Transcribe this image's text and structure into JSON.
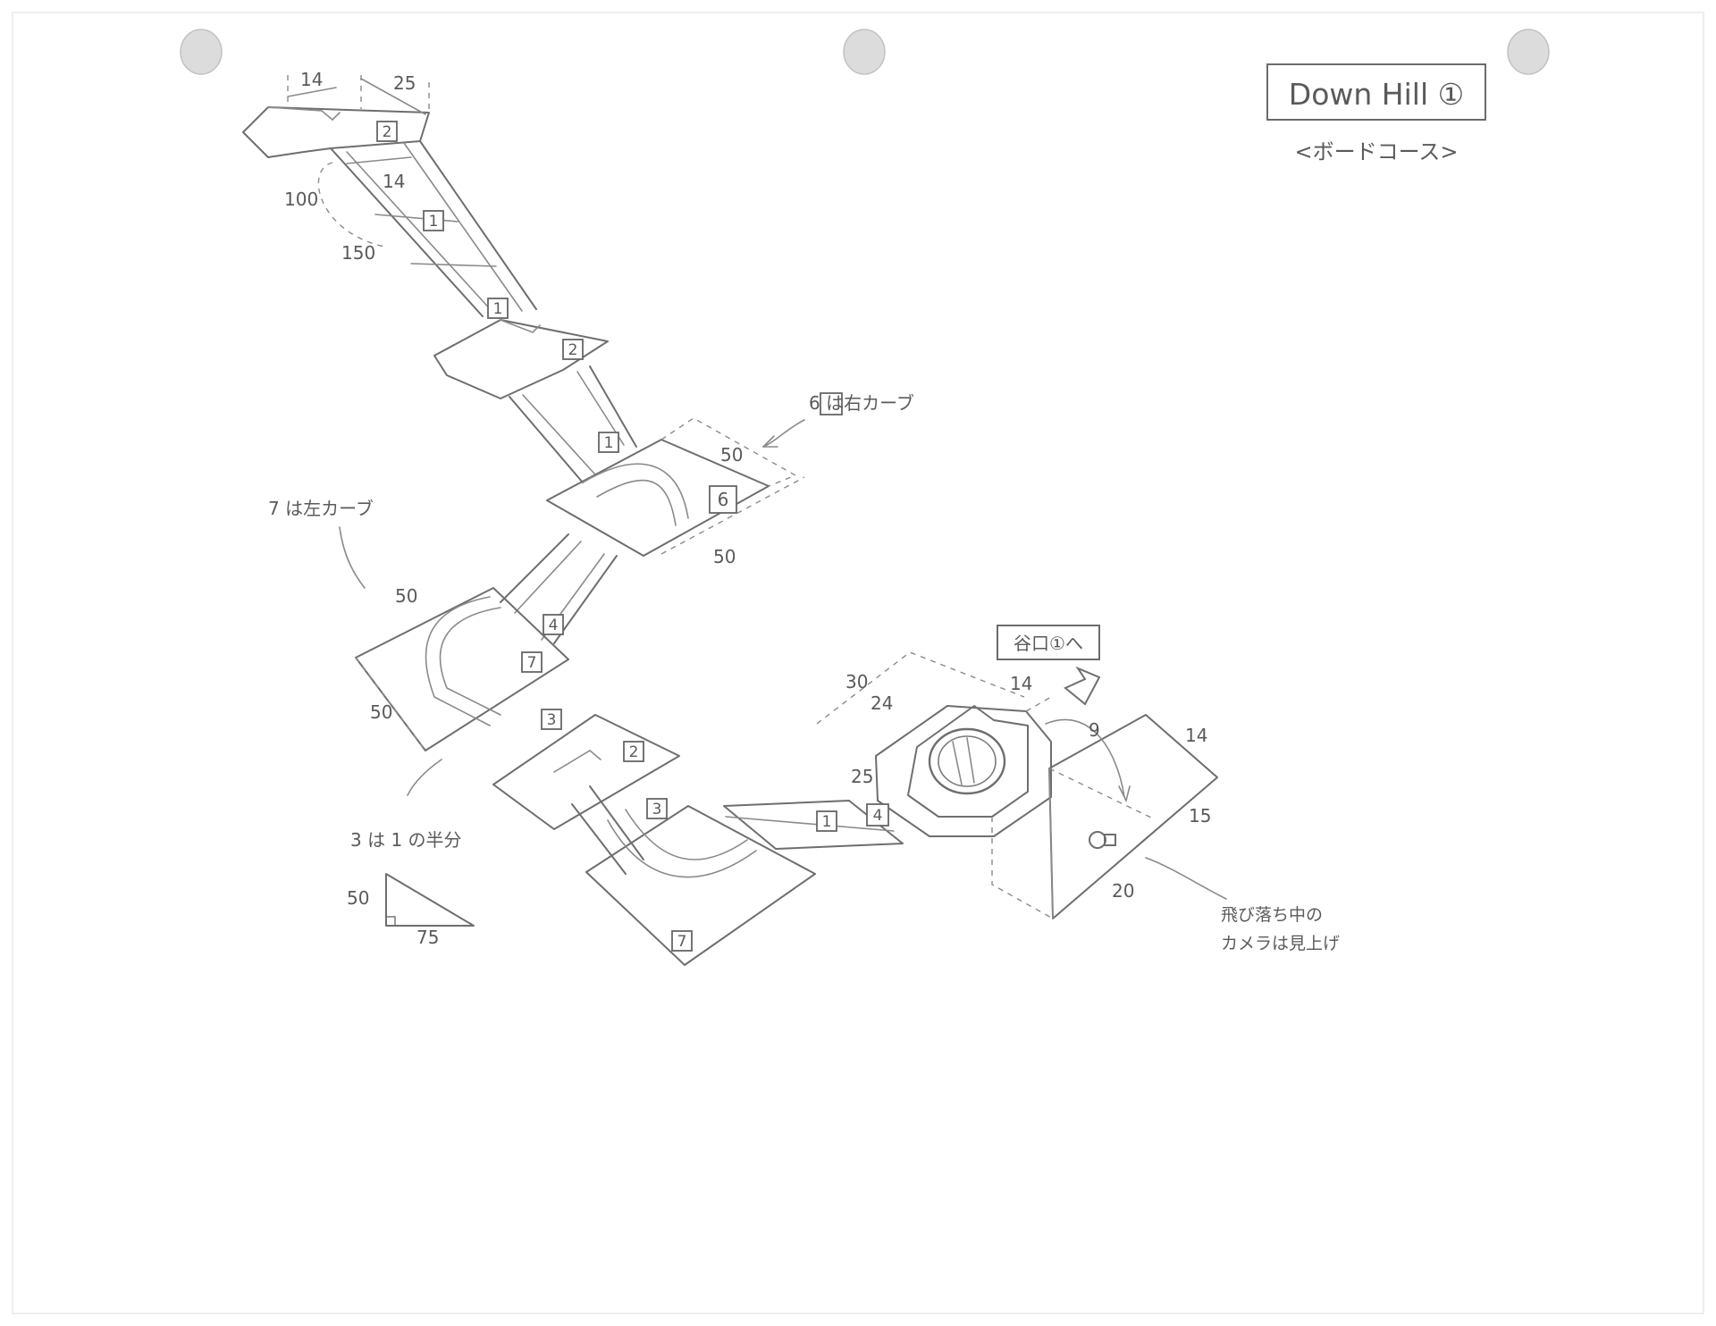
{
  "title": "Down Hill ①",
  "subtitle": "<ボードコース>",
  "notes": {
    "curve_right": "6 は右カーブ",
    "curve_left": "7 は左カーブ",
    "half": "3 は 1 の半分",
    "entrance": "谷口①へ",
    "camera": [
      "飛び落ち中の",
      "カメラは見上げ"
    ]
  },
  "dimensions": {
    "top_w14": "14",
    "top_w25": "25",
    "d14": "14",
    "d100": "100",
    "d150": "150",
    "c6_a": "50",
    "c6_b": "50",
    "c7_a": "50",
    "c7_b": "50",
    "tri_h": "50",
    "tri_w": "75",
    "plat_30": "30",
    "plat_24": "24",
    "plat_14": "14",
    "plat_25": "25",
    "jump_9": "9",
    "jump_14": "14",
    "jump_15": "15",
    "jump_20": "20"
  },
  "segment_labels": {
    "s_top2": "2",
    "s_a1": "1",
    "s_b1": "1",
    "s_c2": "2",
    "s_d1": "1",
    "s_e6": "6",
    "s_f4": "4",
    "s_g7": "7",
    "s_h3": "3",
    "s_i2": "2",
    "s_j3": "3",
    "s_k7": "7",
    "s_l1": "1",
    "s_m4": "4"
  }
}
